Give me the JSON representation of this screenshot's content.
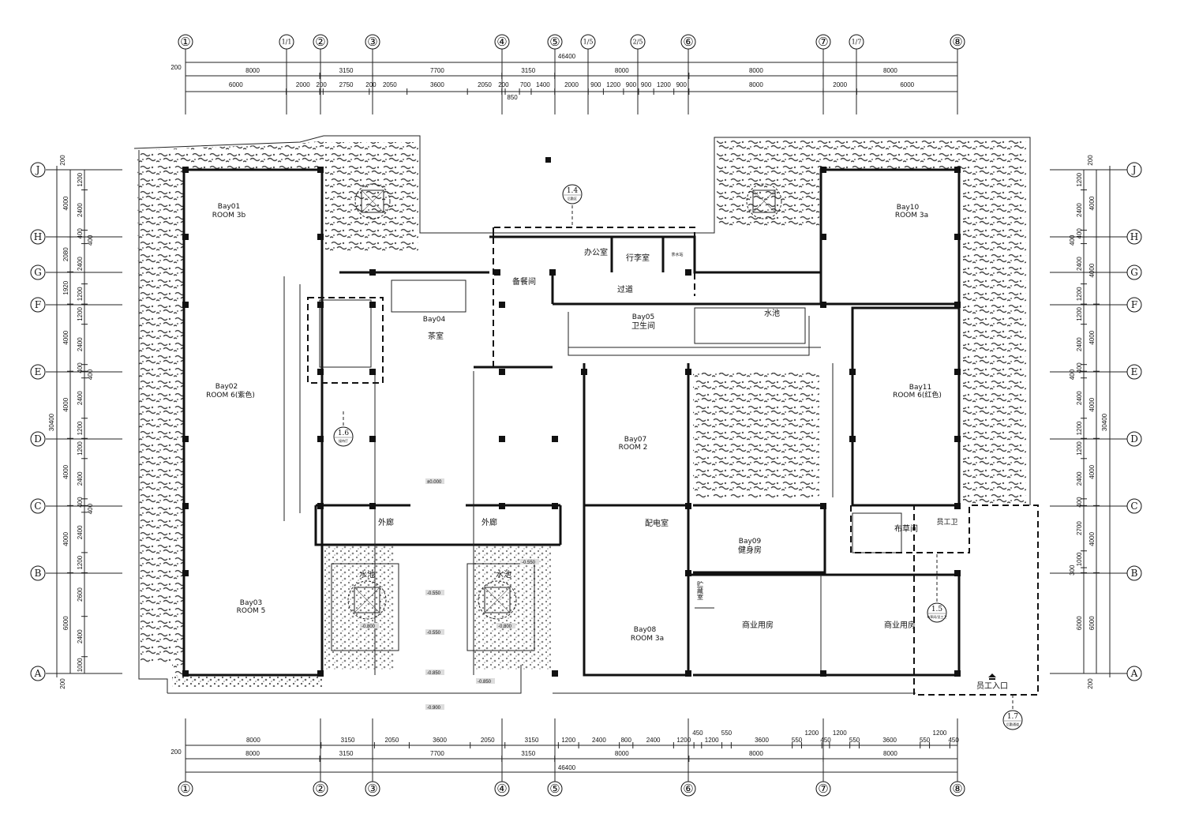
{
  "axes": {
    "columns": [
      {
        "label": "①"
      },
      {
        "label": "1/1"
      },
      {
        "label": "②"
      },
      {
        "label": "③"
      },
      {
        "label": "④"
      },
      {
        "label": "⑤"
      },
      {
        "label": "1/5"
      },
      {
        "label": "2/5"
      },
      {
        "label": "⑥"
      },
      {
        "label": "⑦"
      },
      {
        "label": "1/7"
      },
      {
        "label": "⑧"
      }
    ],
    "rows": [
      {
        "label": "J"
      },
      {
        "label": "H"
      },
      {
        "label": "G"
      },
      {
        "label": "F"
      },
      {
        "label": "E"
      },
      {
        "label": "D"
      },
      {
        "label": "C"
      },
      {
        "label": "B"
      },
      {
        "label": "A"
      }
    ]
  },
  "dimensions": {
    "top_total": "46400",
    "top_offset": "200",
    "top_axis": [
      "8000",
      "3150",
      "7700",
      "3150",
      "8000",
      "8000",
      "8000"
    ],
    "top_detail": [
      "6000",
      "2000",
      "200",
      "2750",
      "200",
      "2050",
      "3600",
      "2050",
      "200",
      "850",
      "700",
      "1400",
      "2000",
      "900",
      "1200",
      "900",
      "900",
      "1200",
      "900",
      "8000",
      "2000",
      "6000"
    ],
    "bottom_detail": [
      "8000",
      "3150",
      "2050",
      "3600",
      "2050",
      "3150",
      "1200",
      "2400",
      "800",
      "2400",
      "1200",
      "450",
      "1200",
      "550",
      "3600",
      "550",
      "1200",
      "450",
      "1200",
      "550",
      "3600",
      "550",
      "1200",
      "450"
    ],
    "bottom_axis": [
      "8000",
      "3150",
      "7700",
      "3150",
      "8000",
      "8000",
      "8000"
    ],
    "bottom_total": "46400",
    "bottom_offset": "200",
    "left_total": "30400",
    "left_axis": [
      "4000",
      "2080",
      "1920",
      "4000",
      "4000",
      "4000",
      "4000",
      "6000"
    ],
    "left_detail": [
      "1200",
      "2400",
      "400",
      "400",
      "2400",
      "1200",
      "1200",
      "2400",
      "400",
      "400",
      "2400",
      "1200",
      "1200",
      "2400",
      "400",
      "400",
      "2400",
      "1200",
      "2600",
      "2400",
      "1000"
    ],
    "left_offsets": [
      "200",
      "200"
    ],
    "right_total": "30400",
    "right_axis": [
      "4000",
      "4000",
      "4000",
      "4000",
      "4000",
      "4000",
      "6000"
    ],
    "right_detail": [
      "1200",
      "2400",
      "400",
      "400",
      "2400",
      "1200",
      "1200",
      "2400",
      "400",
      "400",
      "2400",
      "1200",
      "1200",
      "2400",
      "400",
      "2700",
      "1000",
      "300",
      "6000"
    ],
    "right_offsets": [
      "200",
      "200"
    ]
  },
  "rooms": {
    "bay01": {
      "bay": "Bay01",
      "name": "ROOM 3b"
    },
    "bay02": {
      "bay": "Bay02",
      "name": "ROOM 6(紫色)"
    },
    "bay03": {
      "bay": "Bay03",
      "name": "ROOM 5"
    },
    "bay04": {
      "bay": "Bay04",
      "name": "茶室"
    },
    "bay05": {
      "bay": "Bay05",
      "name": "卫生间"
    },
    "bay07": {
      "bay": "Bay07",
      "name": "ROOM 2"
    },
    "bay08": {
      "bay": "Bay08",
      "name": "ROOM 3a"
    },
    "bay09": {
      "bay": "Bay09",
      "name": "健身房"
    },
    "bay10": {
      "bay": "Bay10",
      "name": "ROOM 3a"
    },
    "bay11": {
      "bay": "Bay11",
      "name": "ROOM 6(红色)"
    },
    "office": "办公室",
    "luggage": "行李室",
    "pantry": "备餐间",
    "corridor": "过道",
    "water_station": "茶水站",
    "pool_north": "水池",
    "outer_corridor_left": "外廊",
    "outer_corridor_right": "外廊",
    "pool_left": "水池",
    "pool_right": "水池",
    "electrical": "配电室",
    "storage": "贮藏室",
    "linen": "布草间",
    "staff_wc": "员工卫",
    "commercial_1": "商业用房",
    "commercial_2": "商业用房",
    "staff_entrance": "员工入口"
  },
  "elevations": [
    "±0.000",
    "-0.550",
    "-0.550",
    "-0.850",
    "-0.900",
    "-0.800",
    "-0.800",
    "-0.550",
    "-0.850"
  ],
  "callouts": [
    {
      "num": "1.4",
      "sub": "后勤区"
    },
    {
      "num": "1.5",
      "sub": "布草间/员工卫"
    },
    {
      "num": "1.6",
      "sub": "接待厅"
    },
    {
      "num": "1.7",
      "sub": "后勤通道"
    }
  ]
}
